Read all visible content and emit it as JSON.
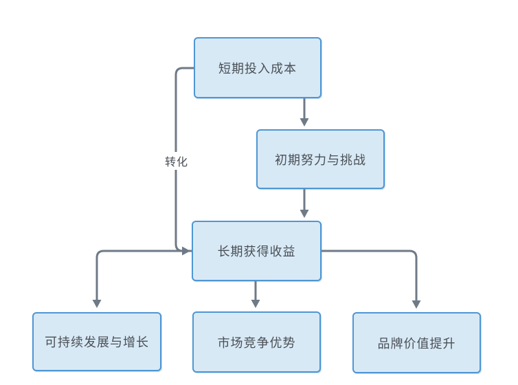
{
  "diagram": {
    "type": "flowchart",
    "background_color": "#ffffff",
    "node_fill_color": "#d8e9f6",
    "node_border_color": "#4e96d3",
    "connector_color": "#6f7a87",
    "text_color": "#4a4f55",
    "nodes": {
      "short_term_cost": {
        "label": "短期投入成本"
      },
      "initial_effort": {
        "label": "初期努力与挑战"
      },
      "long_term_gain": {
        "label": "长期获得收益"
      },
      "sustainable_growth": {
        "label": "可持续发展与增长"
      },
      "market_advantage": {
        "label": "市场竞争优势"
      },
      "brand_value": {
        "label": "品牌价值提升"
      }
    },
    "edges": [
      {
        "from": "短期投入成本",
        "to": "初期努力与挑战",
        "label": ""
      },
      {
        "from": "初期努力与挑战",
        "to": "长期获得收益",
        "label": ""
      },
      {
        "from": "短期投入成本",
        "to": "长期获得收益",
        "label": "转化"
      },
      {
        "from": "长期获得收益",
        "to": "可持续发展与增长",
        "label": ""
      },
      {
        "from": "长期获得收益",
        "to": "市场竞争优势",
        "label": ""
      },
      {
        "from": "长期获得收益",
        "to": "品牌价值提升",
        "label": ""
      }
    ]
  }
}
